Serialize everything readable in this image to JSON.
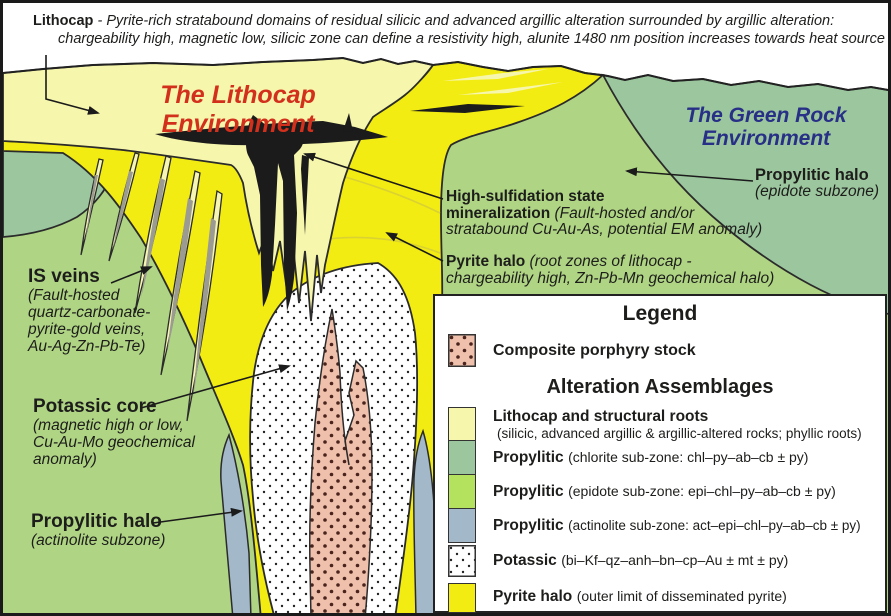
{
  "colors": {
    "lithocap_pale_yellow": "#F6F6AC",
    "pyrite_halo_yellow": "#F3EC12",
    "propylitic_chlorite_green": "#9CC79E",
    "propylitic_epidote_green": "#AFD584",
    "propylitic_actinolite_bluegray": "#A3B8C8",
    "porphyry_pink": "#EFC0AC",
    "potassic_white": "#FFFFFF",
    "mineralization_black": "#1B1B1B",
    "vein_gray": "#9B9B92",
    "lithocap_title_red": "#D2301C",
    "green_rock_title_navy": "#272F86",
    "text_dark": "#1D1D1B"
  },
  "top_note": {
    "term": "Lithocap",
    "sep": " - ",
    "line1": "Pyrite-rich stratabound domains of residual silicic and advanced argillic alteration surrounded by argillic alteration:",
    "line2": "chargeability high, magnetic low, silicic zone can define a resistivity high, alunite 1480 nm position increases towards heat source"
  },
  "titles": {
    "lithocap_environment": "The Lithocap Environment",
    "green_rock_environment": "The Green Rock Environment"
  },
  "labels": {
    "propylitic_epidote": {
      "bold": "Propylitic halo",
      "italic": "(epidote subzone)"
    },
    "high_sulfidation": {
      "bold1": "High-sulfidation state",
      "bold2": "mineralization",
      "italic1": " (Fault-hosted and/or",
      "italic2": "stratabound Cu-Au-As, potential EM anomaly)"
    },
    "pyrite_halo": {
      "bold": "Pyrite halo",
      "italic1": " (root zones of lithocap -",
      "italic2": "chargeability high, Zn-Pb-Mn geochemical halo)"
    },
    "is_veins": {
      "bold": "IS veins",
      "italic1": "(Fault-hosted",
      "italic2": "quartz-carbonate-",
      "italic3": "pyrite-gold veins,",
      "italic4": "Au-Ag-Zn-Pb-Te)"
    },
    "potassic_core": {
      "bold": "Potassic core",
      "italic1": "(magnetic high or low,",
      "italic2": "Cu-Au-Mo geochemical",
      "italic3": "anomaly)"
    },
    "propylitic_actinolite": {
      "bold": "Propylitic halo",
      "italic": "(actinolite subzone)"
    }
  },
  "legend": {
    "title": "Legend",
    "porphyry_label": "Composite porphyry stock",
    "subtitle": "Alteration Assemblages",
    "rows": [
      {
        "name": "Lithocap and structural roots",
        "detail": "(silicic, advanced argillic & argillic-altered rocks; phyllic roots)"
      },
      {
        "name": "Propylitic",
        "detail": "(chlorite sub-zone: chl–py–ab–cb ± py)"
      },
      {
        "name": "Propylitic",
        "detail": "(epidote sub-zone: epi–chl–py–ab–cb ± py)"
      },
      {
        "name": "Propylitic",
        "detail": "(actinolite sub-zone: act–epi–chl–py–ab–cb ± py)"
      },
      {
        "name": "Potassic",
        "detail": "(bi–Kf–qz–anh–bn–cp–Au ± mt ± py)"
      },
      {
        "name": "Pyrite halo",
        "detail": "(outer limit of disseminated pyrite)"
      }
    ]
  }
}
